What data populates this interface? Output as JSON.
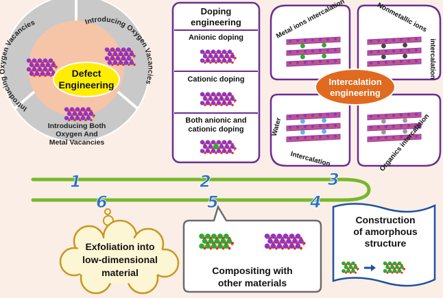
{
  "defect": {
    "center_line1": "Defect",
    "center_line2": "Engineering",
    "seg_left": "Introducing Oxygen Vacancies",
    "seg_right": "Introducing Oxygen Vacancies",
    "seg_bottom_line1": "Introducing Both",
    "seg_bottom_line2": "Oxygen And",
    "seg_bottom_line3": "Metal Vacancies"
  },
  "doping": {
    "title_line1": "Doping",
    "title_line2": "engineering",
    "anionic": "Anionic doping",
    "cationic": "Cationic doping",
    "both_line1": "Both anionic and",
    "both_line2": "cationic doping"
  },
  "intercalation": {
    "center_line1": "Intercalation",
    "center_line2": "engineering",
    "metal": "Metal ions intercalation",
    "nonmetal_line1": "Nonmetallic ions",
    "nonmetal_line2": "intercalation",
    "water_line1": "Water",
    "water_line2": "Intercalation",
    "organics": "Organics intercalation"
  },
  "steps": [
    "1",
    "2",
    "3",
    "4",
    "5",
    "6"
  ],
  "exfoliation": {
    "line1": "Exfoliation into",
    "line2": "low-dimensional",
    "line3": "material"
  },
  "compositing": {
    "line1": "Compositing with",
    "line2": "other materials"
  },
  "amorphous": {
    "line1": "Construction",
    "line2": "of amorphous",
    "line3": "structure"
  },
  "colors": {
    "background": "#fbeee6",
    "purple": "#6a2c91",
    "atom_purple": "#8e35c7",
    "atom_red": "#e0331f",
    "atom_green": "#2eaa2e",
    "track_green": "#76b82a",
    "step_blue": "#2a6fc4",
    "orange": "#e06a1f",
    "yellow": "#ffee00",
    "ring_gray": "#c9c9c9",
    "ring_peach": "#f6c4a6",
    "cloud_fill": "#fdf6d5",
    "cloud_border": "#c9961f",
    "flag_blue": "#1f4fa0"
  }
}
